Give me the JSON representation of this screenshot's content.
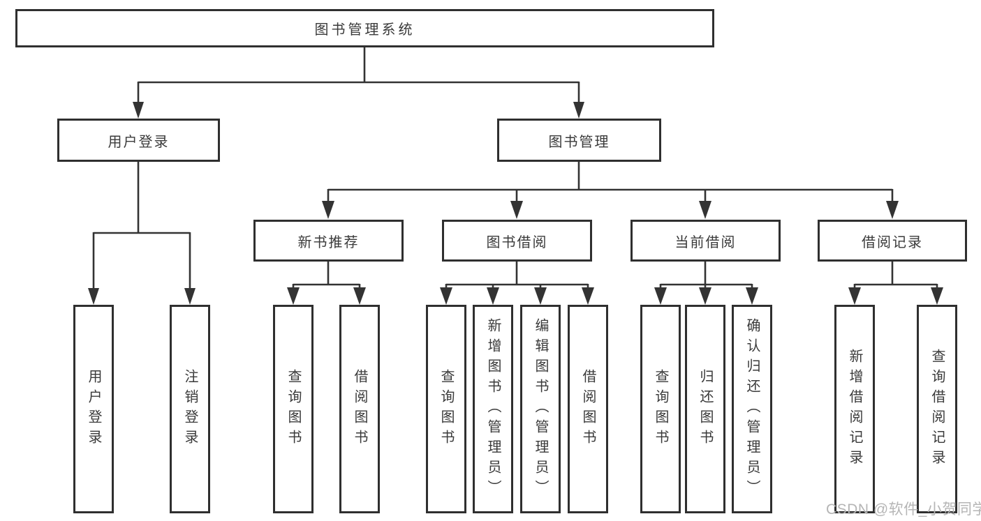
{
  "diagram": {
    "tree": {
      "label": "图书管理系统",
      "children": [
        {
          "label": "用户登录",
          "children": [
            {
              "label": "用户登录"
            },
            {
              "label": "注销登录"
            }
          ]
        },
        {
          "label": "图书管理",
          "children": [
            {
              "label": "新书推荐",
              "children": [
                {
                  "label": "查询图书"
                },
                {
                  "label": "借阅图书"
                }
              ]
            },
            {
              "label": "图书借阅",
              "children": [
                {
                  "label": "查询图书"
                },
                {
                  "label": "新增图书（管理员）"
                },
                {
                  "label": "编辑图书（管理员）"
                },
                {
                  "label": "借阅图书"
                }
              ]
            },
            {
              "label": "当前借阅",
              "children": [
                {
                  "label": "查询图书"
                },
                {
                  "label": "归还图书"
                },
                {
                  "label": "确认归还（管理员）"
                }
              ]
            },
            {
              "label": "借阅记录",
              "children": [
                {
                  "label": "新增借阅记录"
                },
                {
                  "label": "查询借阅记录"
                }
              ]
            }
          ]
        }
      ]
    },
    "colors": {
      "box_border": "#2f2f2f",
      "connector": "#333333",
      "text": "#3a3a3a",
      "background": "#ffffff",
      "watermark": "#b5b5b5"
    }
  },
  "watermark": {
    "text": "CSDN @软件_小贺同学"
  }
}
